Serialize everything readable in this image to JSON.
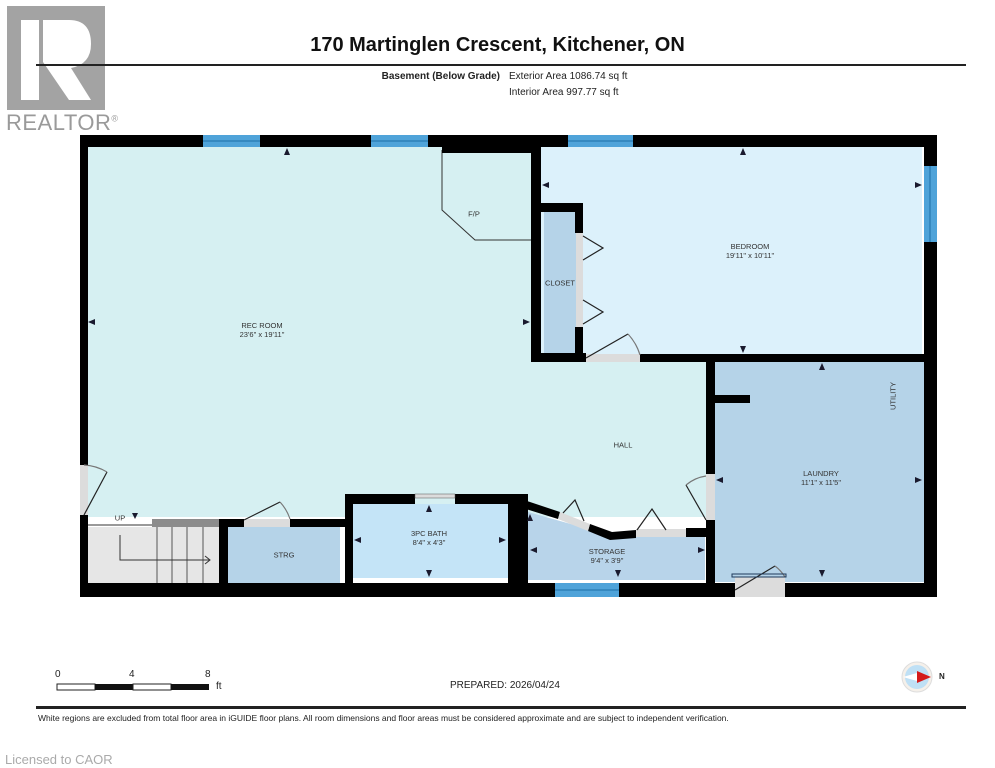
{
  "logo": {
    "brand_text": "REALTOR",
    "registered_mark": "®"
  },
  "header": {
    "title": "170 Martinglen Crescent, Kitchener, ON",
    "floor_name": "Basement (Below Grade)",
    "exterior_area": "Exterior Area 1086.74 sq ft",
    "interior_area": "Interior Area 997.77 sq ft"
  },
  "rooms": [
    {
      "name": "REC ROOM",
      "dims": "23'6\" x 19'11\""
    },
    {
      "name": "BEDROOM",
      "dims": "19'11\" x 10'11\""
    },
    {
      "name": "CLOSET",
      "dims": ""
    },
    {
      "name": "F/P",
      "dims": ""
    },
    {
      "name": "HALL",
      "dims": ""
    },
    {
      "name": "LAUNDRY",
      "dims": "11'1\" x 11'5\""
    },
    {
      "name": "UTILITY",
      "dims": ""
    },
    {
      "name": "3PC BATH",
      "dims": "8'4\" x 4'3\""
    },
    {
      "name": "STORAGE",
      "dims": "9'4\" x 3'9\""
    },
    {
      "name": "STRG",
      "dims": ""
    },
    {
      "name": "UP",
      "dims": ""
    }
  ],
  "scale_bar": {
    "ticks": [
      "0",
      "4",
      "8"
    ],
    "unit": "ft"
  },
  "prepared": "PREPARED: 2026/04/24",
  "compass": {
    "label": "N"
  },
  "disclaimer": "White regions are excluded from total floor area in iGUIDE floor plans. All room dimensions and floor areas must be considered approximate and are subject to independent verification.",
  "watermark": "Licensed to CAOR",
  "colors": {
    "rec_room": "#d6f0f2",
    "bedroom": "#dcf1fb",
    "laundry": "#b5d3e8",
    "bath": "#c4e4f7",
    "storage": "#b8d4ea",
    "stairs": "#e6e6e6",
    "wall": "#000000",
    "window": "#4fa3d9"
  }
}
